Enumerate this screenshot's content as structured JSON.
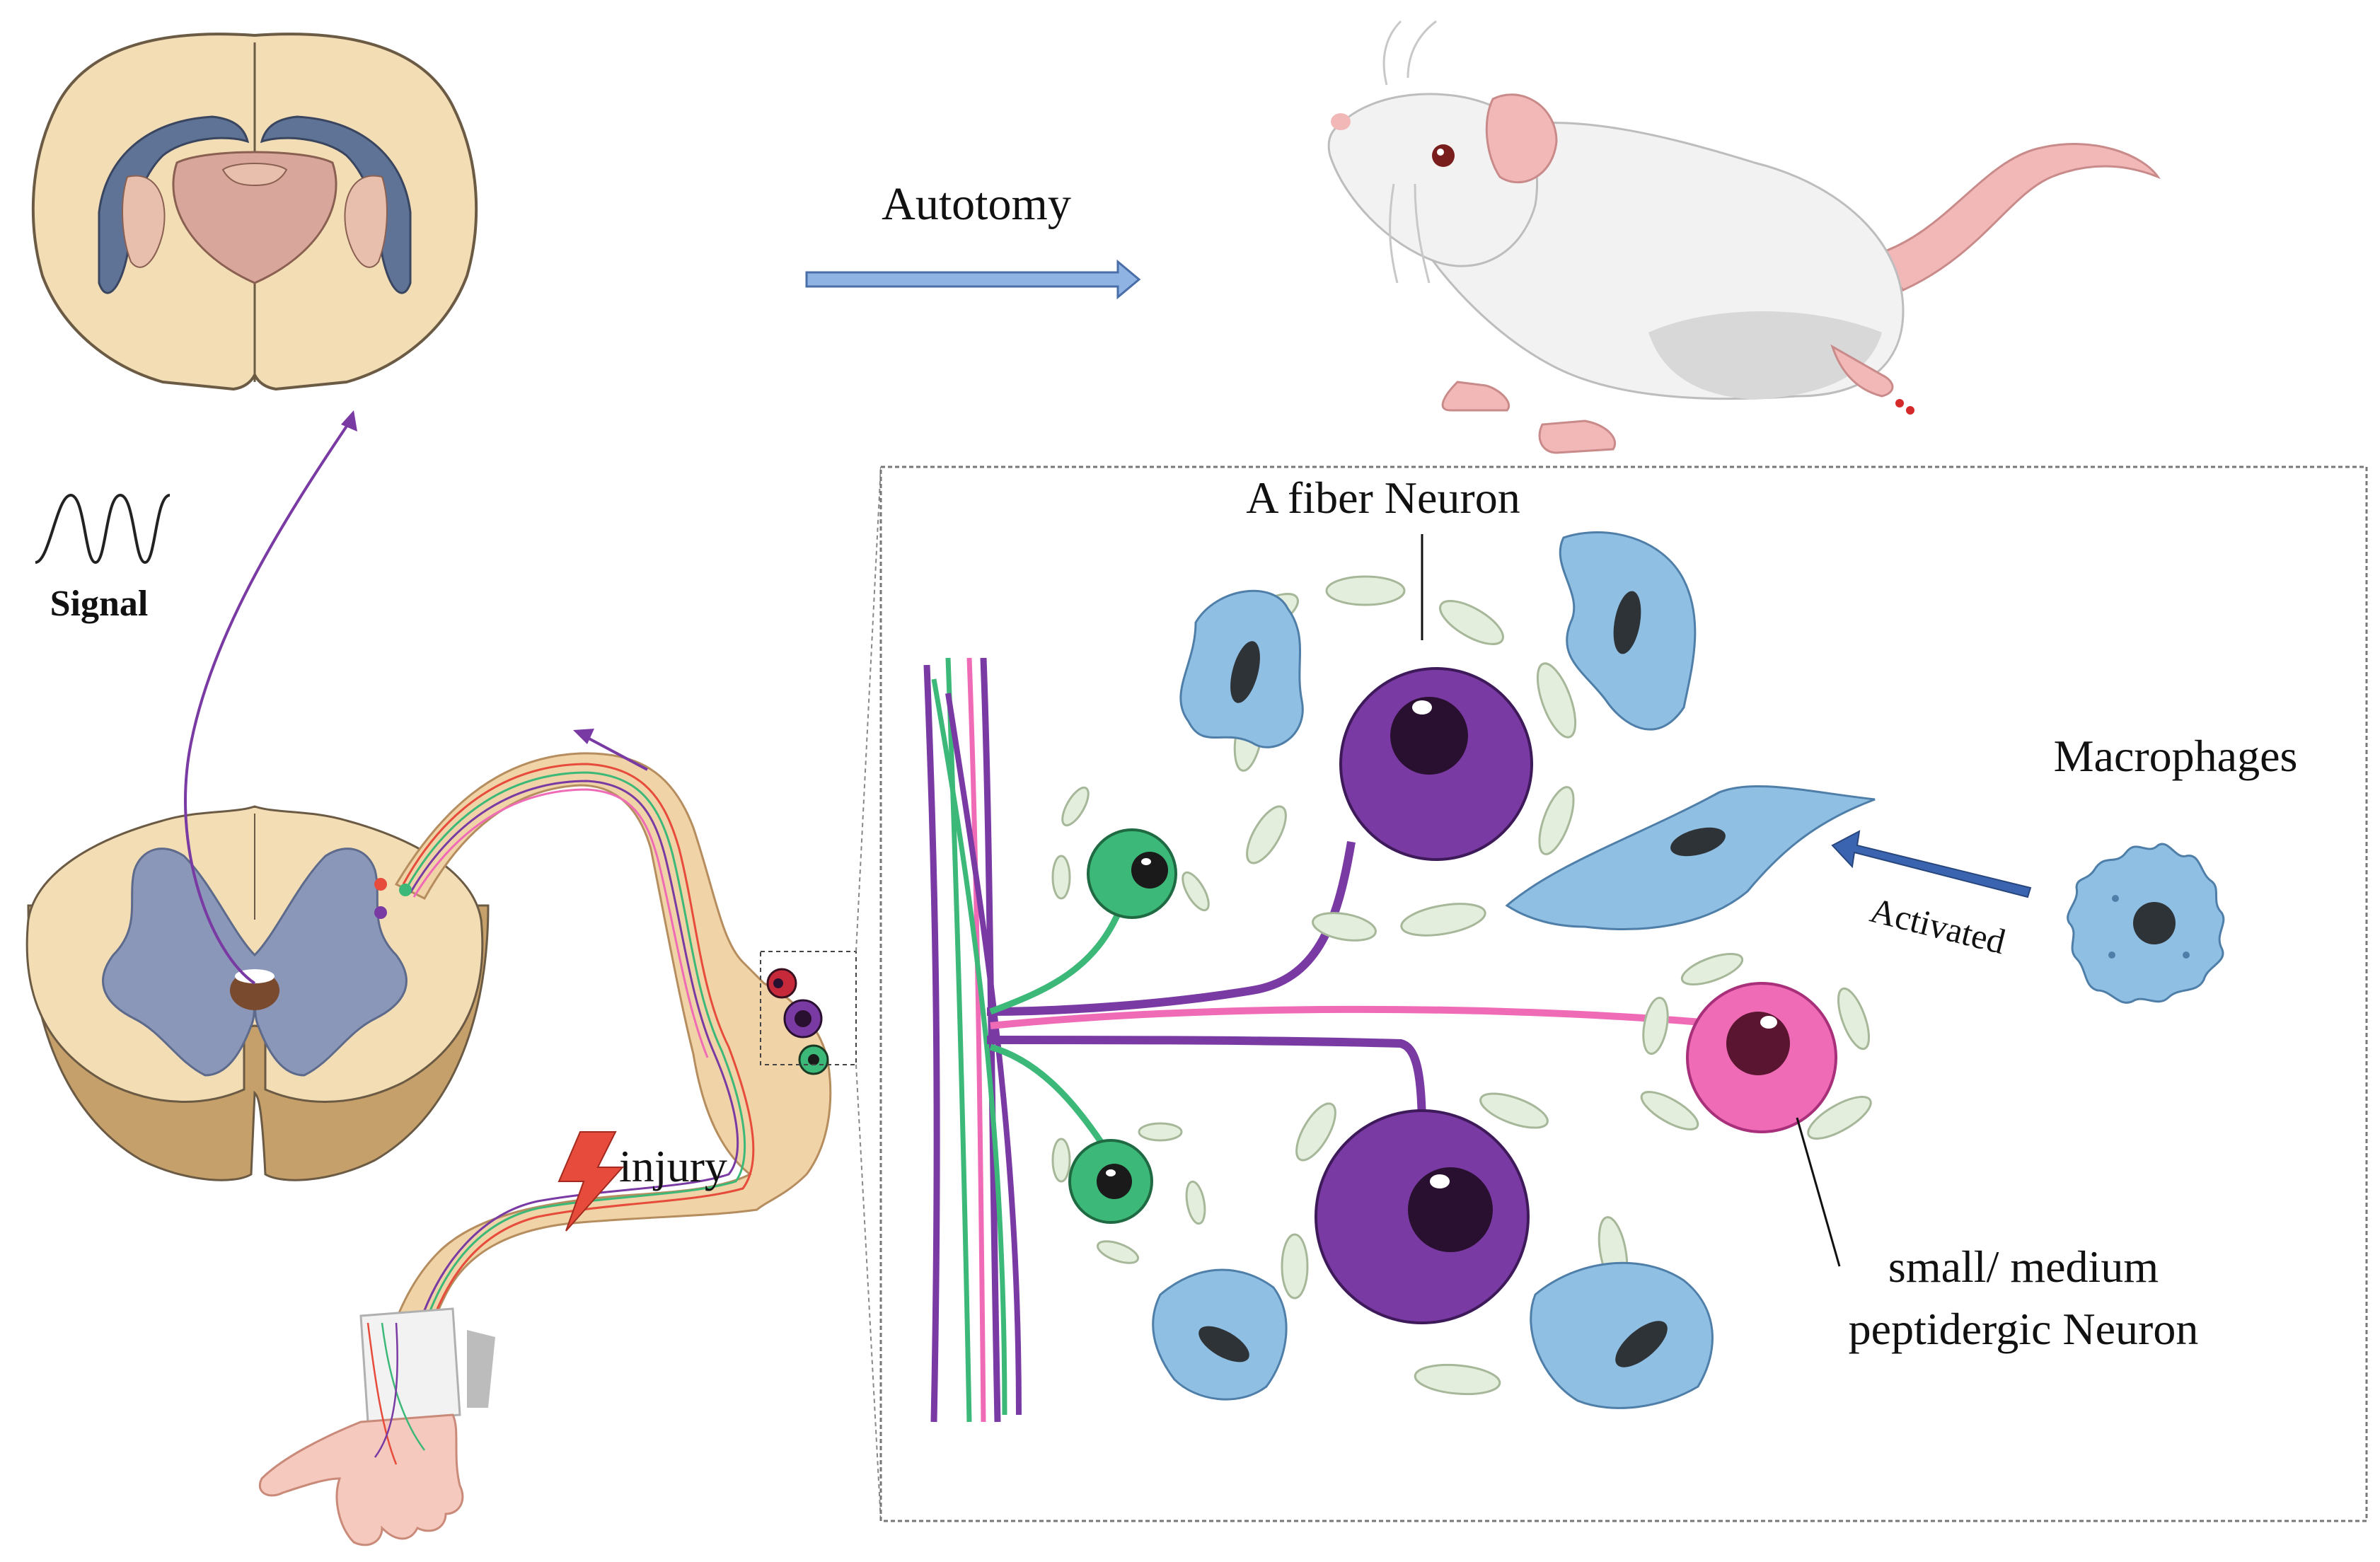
{
  "labels": {
    "autotomy": "Autotomy",
    "signal": "Signal",
    "injury": "injury",
    "a_fiber_neuron": "A fiber Neuron",
    "macrophages": "Macrophages",
    "activated": "Activated",
    "small_medium_line1": "small/ medium",
    "small_medium_line2": "peptidergic Neuron"
  },
  "colors": {
    "a_fiber": "#7a3aa3",
    "a_fiber_dark": "#2a1030",
    "peptidergic": "#f06bb6",
    "peptidergic_dark": "#5a1530",
    "nonpeptidergic": "#3cb878",
    "macrophage": "#8fbfe3",
    "macrophage_dark": "#2e3338",
    "satellite_glia": "#e4eedc",
    "brain_tissue": "#f3ddb4",
    "gray_matter": "#8a97b8",
    "spinal_side": "#c6a06a",
    "drg": "#f0d3a6",
    "mouse_body": "#f2f2f2",
    "mouse_pink": "#f2b8b8",
    "arrow_blue": "#6a8fcc",
    "arrow_dark_blue": "#3b64b0",
    "signal_arrow": "#7a3aa3",
    "injury_bolt": "#e64b3c"
  },
  "icons": [
    "brain-section-icon",
    "spinal-cord-section-icon",
    "mouse-icon",
    "macrophage-icon",
    "lightning-bolt-icon",
    "signal-wave-icon",
    "hand-icon"
  ]
}
